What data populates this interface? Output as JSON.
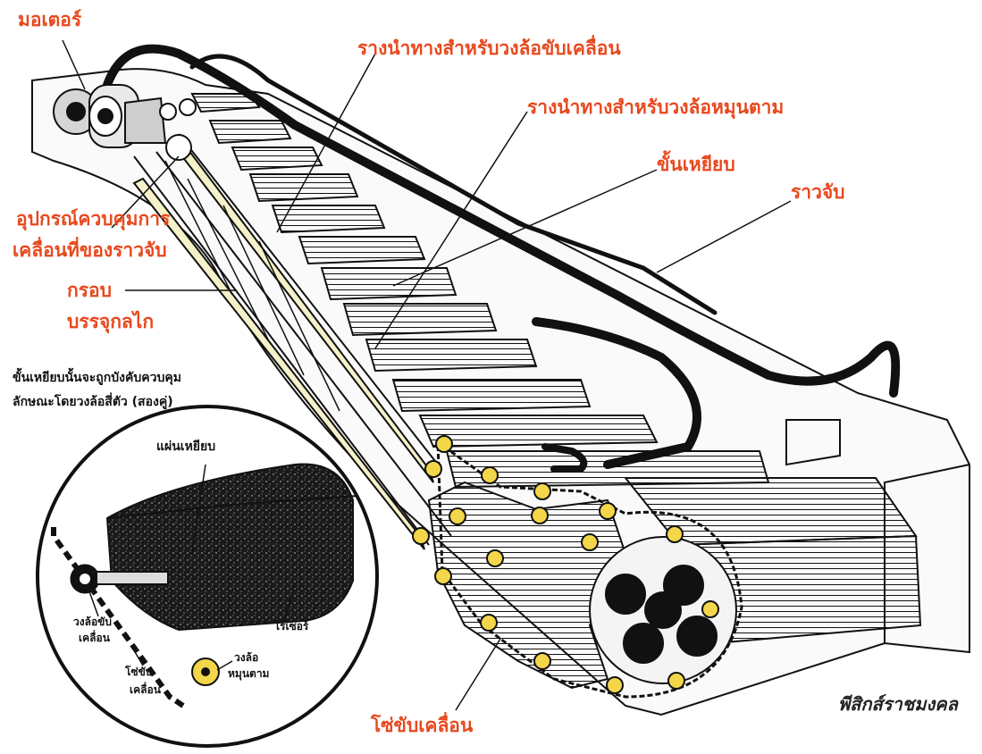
{
  "labels": {
    "motor": "มอเตอร์",
    "drive_guide_rail": "รางนำทางสำหรับวงล้อขับเคลื่อน",
    "trailer_guide_rail": "รางนำทางสำหรับวงล้อหมุนตาม",
    "step": "ขั้นเหยียบ",
    "handrail": "ราวจับ",
    "handrail_drive_line1": "อุปกรณ์ควบคุมการ",
    "handrail_drive_line2": "เคลื่อนที่ของราวจับ",
    "truss_line1": "กรอบ",
    "truss_line2": "บรรจุกลไก",
    "drive_chain": "โซ่ขับเคลื่อน"
  },
  "inset": {
    "caption_line1": "ขั้นเหยียบนั้นจะถูกบังคับควบคุม",
    "caption_line2": "ลักษณะโดยวงล้อสี่ตัว (สองคู่)",
    "tread": "แผ่นเหยียบ",
    "riser": "ไรเซอร์",
    "drive_wheel_line1": "วงล้อขับ",
    "drive_wheel_line2": "เคลื่อน",
    "chain_line1": "โซ่ขับ",
    "chain_line2": "เคลื่อน",
    "trailer_wheel_line1": "วงล้อ",
    "trailer_wheel_line2": "หมุนตาม"
  },
  "watermark": "พีสิกส์ราชมงคล",
  "colors": {
    "label": "#e8481d",
    "roller": "#f3d64a",
    "rail": "#f5f1c8",
    "ink": "#111111"
  }
}
